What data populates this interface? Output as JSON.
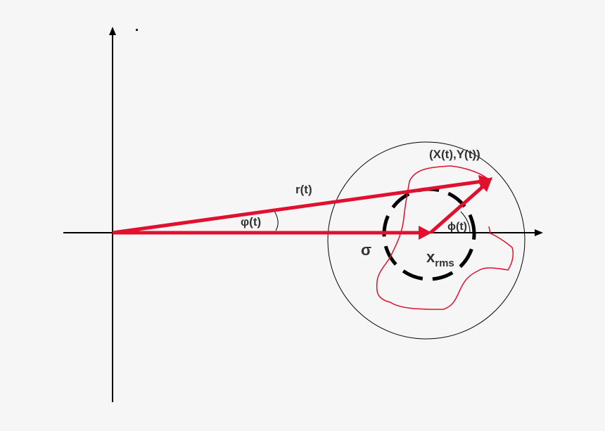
{
  "diagram": {
    "colors": {
      "background": "#f6f6f6",
      "axis": "#000000",
      "vector": "#e0102e",
      "trajectory": "#e0102e",
      "label": "#333333"
    },
    "labels": {
      "r": "r(t)",
      "varphi": "φ(t)",
      "point": "(X(t),Y(t))",
      "phi": "ϕ(t)",
      "sigma": "σ",
      "xrms_main": "x",
      "xrms_sub": "rms",
      "dot": "."
    }
  }
}
